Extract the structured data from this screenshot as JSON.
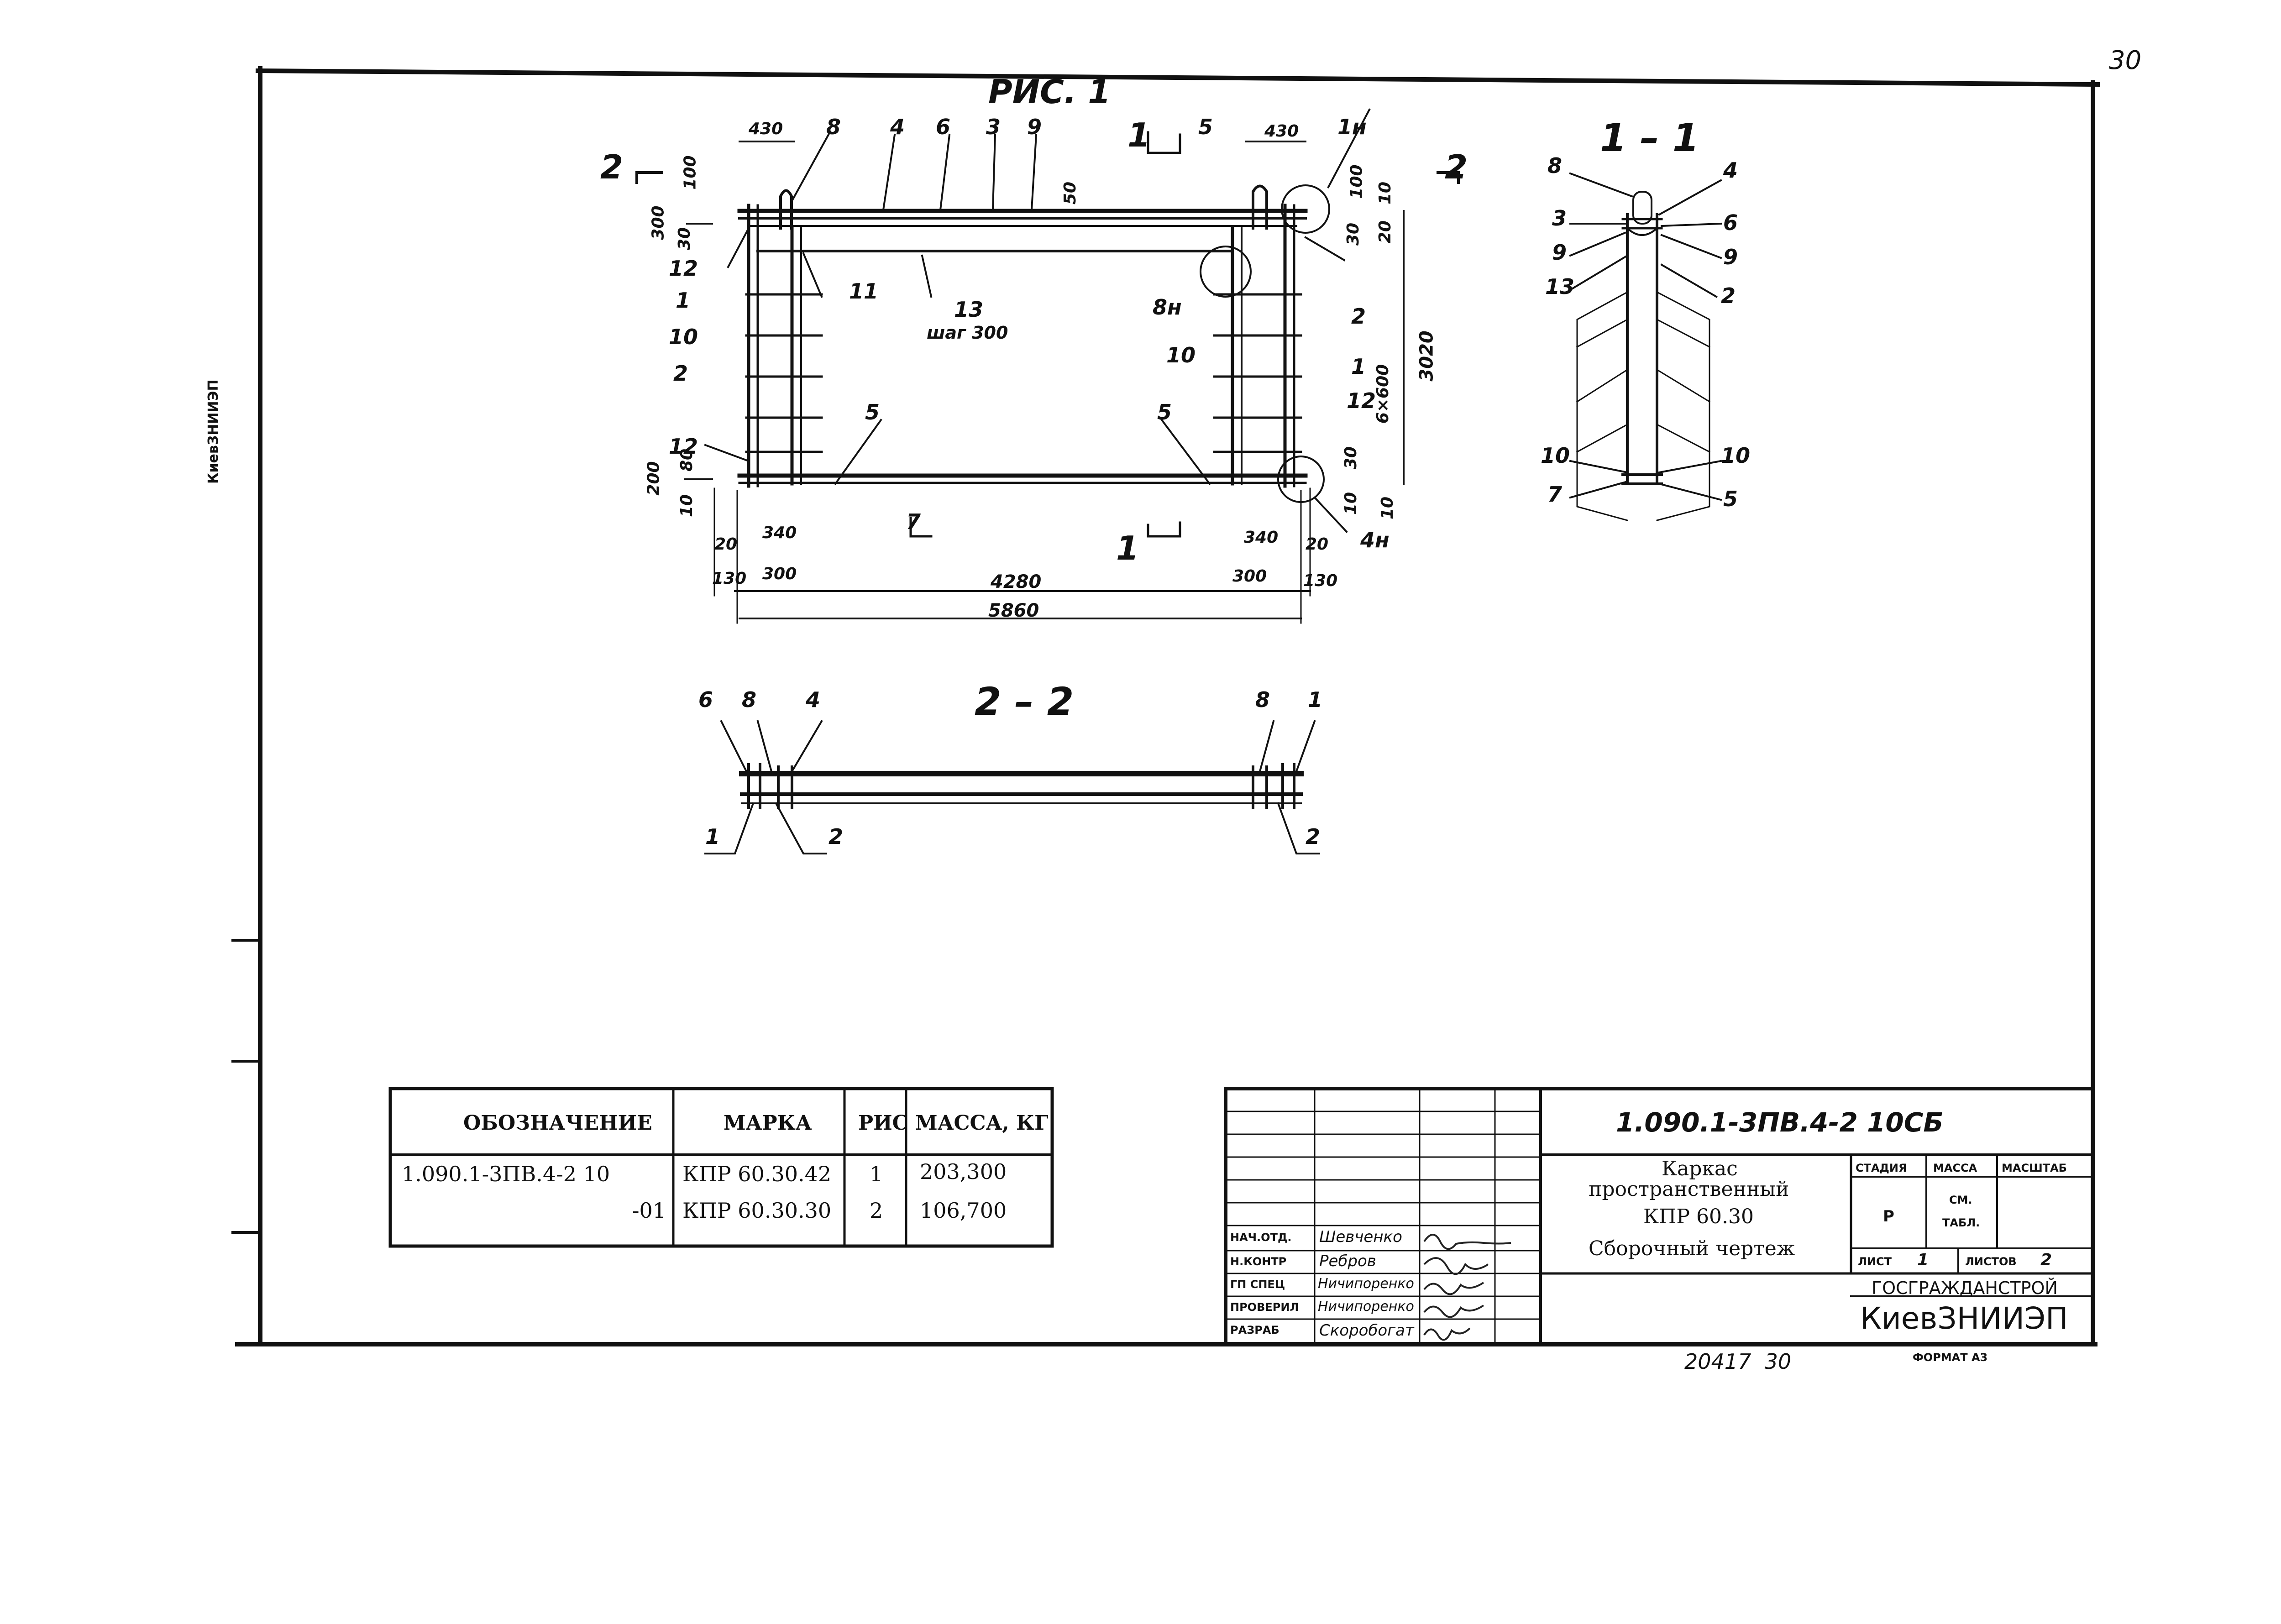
{
  "page_number": "30",
  "side_stamp": "КиевЗНИИЭП",
  "figure_title": "РИС. 1",
  "section_1_1": "1 – 1",
  "section_2_2": "2 – 2",
  "plan": {
    "cut_marks": {
      "left_2": "2",
      "right_2": "2",
      "top_1": "1",
      "bottom_1": "1"
    },
    "callouts": [
      "8",
      "4",
      "6",
      "3",
      "9",
      "5",
      "1н",
      "12",
      "1",
      "11",
      "13",
      "шаг 300",
      "10",
      "2",
      "12",
      "5",
      "7",
      "8н",
      "2",
      "10",
      "1",
      "12",
      "5",
      "4н"
    ],
    "dims": {
      "d430_left": "430",
      "d430_right": "430",
      "d100_left": "100",
      "d100_right": "100",
      "d50": "50",
      "d300": "300",
      "d30_left": "30",
      "d10_right_top": "10",
      "d20_right": "20",
      "d30_right": "30",
      "d3020": "3020",
      "d200": "200",
      "d80": "80",
      "d10_left_bot": "10",
      "d6x600": "6×600",
      "d30_right_bot": "30",
      "d10_right_bot1": "10",
      "d10_right_bot2": "10",
      "d20_left": "20",
      "d340_left": "340",
      "d130_left": "130",
      "d300_left": "300",
      "d4280": "4280",
      "d340_right": "340",
      "d20_right_bot": "20",
      "d300_right": "300",
      "d130_right": "130",
      "d5860": "5860"
    }
  },
  "section11": {
    "callouts_left": [
      "8",
      "3",
      "9",
      "13",
      "10",
      "7"
    ],
    "callouts_right": [
      "4",
      "6",
      "9",
      "2",
      "10",
      "5"
    ]
  },
  "section22": {
    "top_left": [
      "6",
      "8",
      "4"
    ],
    "top_right": [
      "8",
      "1"
    ],
    "bottom_left": [
      "1",
      "2"
    ],
    "bottom_right": [
      "2"
    ]
  },
  "spec_table": {
    "headers": [
      "ОБОЗНАЧЕНИЕ",
      "МАРКА",
      "РИС",
      "МАССА, КГ"
    ],
    "rows": [
      [
        "1.090.1-3ПВ.4-2 10",
        "КПР 60.30.42",
        "1",
        "203,300"
      ],
      [
        "-01",
        "КПР 60.30.30",
        "2",
        "106,700"
      ]
    ]
  },
  "title_block": {
    "code": "1.090.1-3ПВ.4-2 10СБ",
    "name_lines": [
      "Каркас",
      "пространственный",
      "КПР 60.30",
      "Сборочный чертеж"
    ],
    "stage_label": "СТАДИЯ",
    "mass_label": "МАССА",
    "scale_label": "МАСШТАБ",
    "stage_value": "Р",
    "mass_value_line1": "СМ.",
    "mass_value_line2": "ТАБЛ.",
    "sheet_label": "ЛИСТ",
    "sheet_value": "1",
    "sheets_label": "ЛИСТОВ",
    "sheets_value": "2",
    "org_line1": "ГОСГРАЖДАНСТРОЙ",
    "org_line2": "КиевЗНИИЭП",
    "roles": [
      {
        "role": "НАЧ.ОТД.",
        "name": "Шевченко"
      },
      {
        "role": "Н.КОНТР",
        "name": "Ребров"
      },
      {
        "role": "ГП СПЕЦ",
        "name": "Ничипоренко"
      },
      {
        "role": "ПРОВЕРИЛ",
        "name": "Ничипоренко"
      },
      {
        "role": "РАЗРАБ",
        "name": "Скоробогат"
      }
    ]
  },
  "footer": {
    "inventory": "20417  30",
    "format": "ФОРМАТ А3"
  }
}
